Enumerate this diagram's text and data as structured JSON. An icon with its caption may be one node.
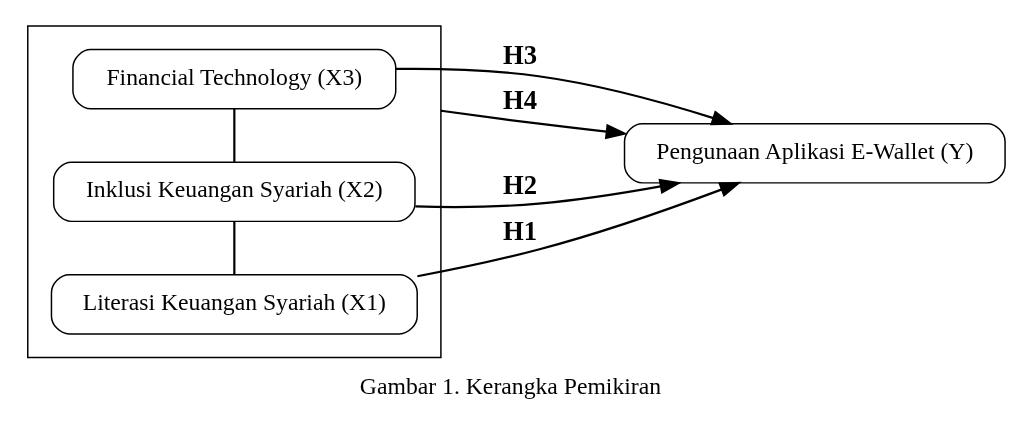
{
  "diagram": {
    "caption": "Gambar 1. Kerangka Pemikiran",
    "nodes": [
      {
        "text": [],
        "shape": "box"
      },
      {
        "text": [
          "Literasi Keuangan Syariah (X1)"
        ],
        "in": 0
      },
      {
        "text": [
          "Inklusi Keuangan Syariah (X2)"
        ],
        "in": 0
      },
      {
        "text": [
          "Financial Technology (X3)"
        ],
        "in": 0
      },
      {
        "text": [
          "Pengunaan Aplikasi E-Wallet (Y)"
        ]
      }
    ],
    "edges": [
      {
        "from": 1,
        "to": 2,
        "arrow": "none"
      },
      {
        "from": 2,
        "to": 3,
        "arrow": "none"
      },
      {
        "from": 1,
        "to": 4,
        "arrow": "to",
        "label": "H1"
      },
      {
        "from": 2,
        "to": 4,
        "arrow": "to",
        "label": "H2"
      },
      {
        "from": 3,
        "to": 4,
        "arrow": "to",
        "label": "H3"
      },
      {
        "from": 0,
        "to": 4,
        "arrow": "to",
        "label": "H4"
      }
    ]
  }
}
